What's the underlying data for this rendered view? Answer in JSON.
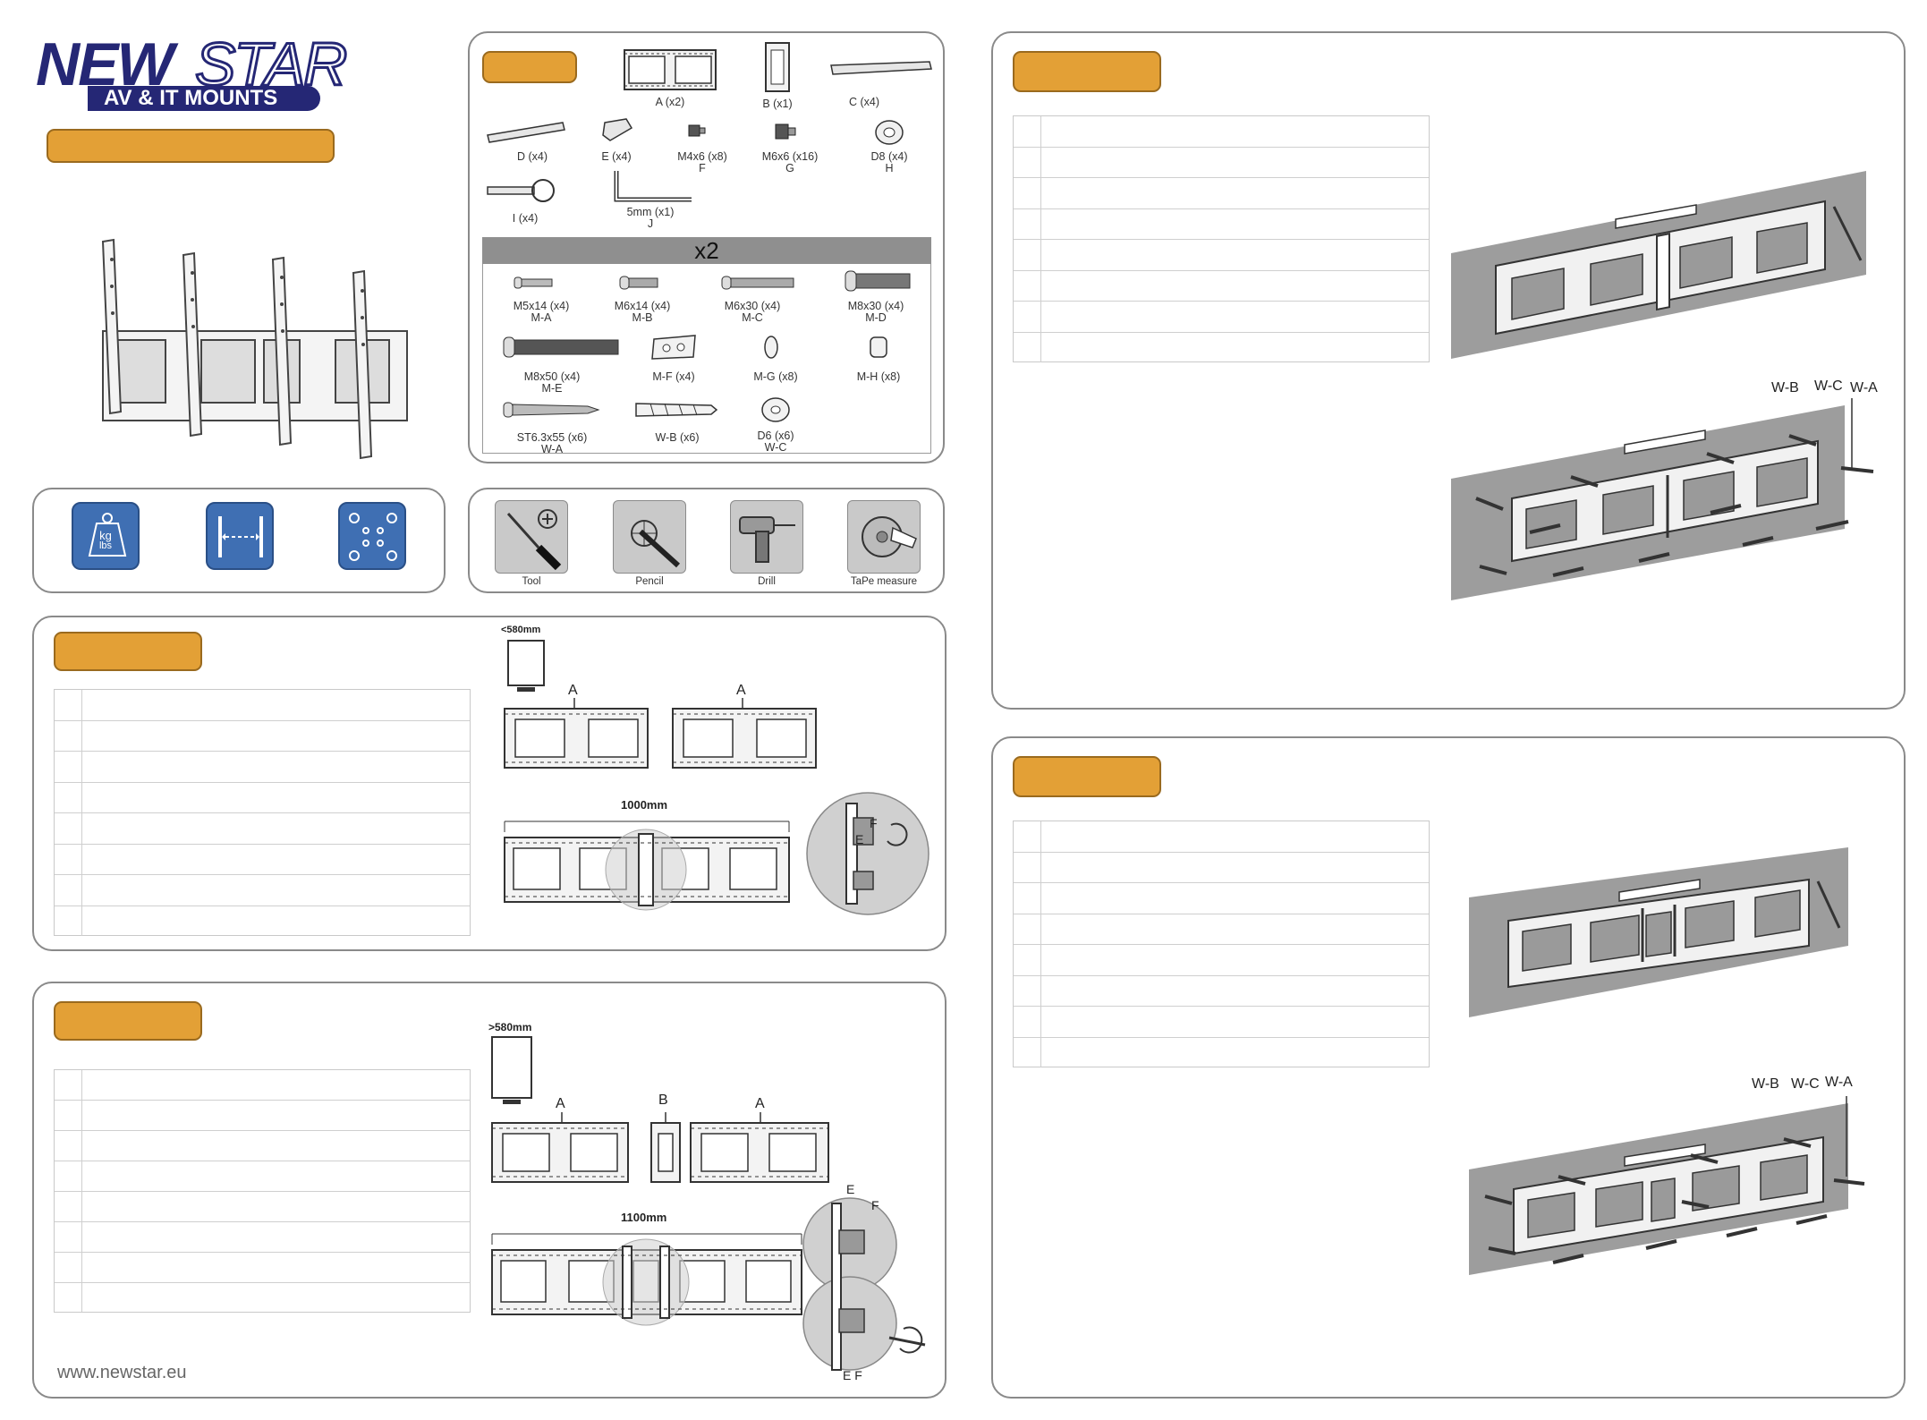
{
  "brand": {
    "logo_text_bold": "NEW",
    "logo_text_outline": "STAR",
    "logo_subtitle": "AV & IT MOUNTS"
  },
  "parts": [
    {
      "name": "A (x2)",
      "code": ""
    },
    {
      "name": "B (x1)",
      "code": ""
    },
    {
      "name": "C (x4)",
      "code": ""
    },
    {
      "name": "D (x4)",
      "code": ""
    },
    {
      "name": "E (x4)",
      "code": ""
    },
    {
      "name": "M4x6 (x8)",
      "code": "F"
    },
    {
      "name": "M6x6 (x16)",
      "code": "G"
    },
    {
      "name": "D8 (x4)",
      "code": "H"
    },
    {
      "name": "I (x4)",
      "code": ""
    },
    {
      "name": "5mm (x1)",
      "code": "J"
    }
  ],
  "x2_label": "x2",
  "screws": [
    {
      "name": "M5x14 (x4)",
      "code": "M-A"
    },
    {
      "name": "M6x14 (x4)",
      "code": "M-B"
    },
    {
      "name": "M6x30 (x4)",
      "code": "M-C"
    },
    {
      "name": "M8x30 (x4)",
      "code": "M-D"
    },
    {
      "name": "M8x50 (x4)",
      "code": "M-E"
    },
    {
      "name": "M-F (x4)",
      "code": ""
    },
    {
      "name": "M-G (x8)",
      "code": ""
    },
    {
      "name": "M-H (x8)",
      "code": ""
    },
    {
      "name": "ST6.3x55 (x6)",
      "code": "W-A"
    },
    {
      "name": "W-B (x6)",
      "code": ""
    },
    {
      "name": "D6 (x6)",
      "code": "W-C"
    }
  ],
  "spec_icons": {
    "weight_kg": "kg",
    "weight_lbs": "lbs"
  },
  "tools": [
    "Tool",
    "Pencil",
    "Drill",
    "TaPe measure"
  ],
  "step1": {
    "size_label": "<580mm",
    "part_a": "A",
    "width_label": "1000mm",
    "label_e": "E",
    "label_f": "F"
  },
  "step2": {
    "size_label": ">580mm",
    "part_a": "A",
    "part_b": "B",
    "width_label": "1100mm",
    "label_e": "E",
    "label_f": "F",
    "label_ef": "E F"
  },
  "wall_labels": {
    "wb": "W-B",
    "wc": "W-C",
    "wa": "W-A"
  },
  "footer_url": "www.newstar.eu"
}
